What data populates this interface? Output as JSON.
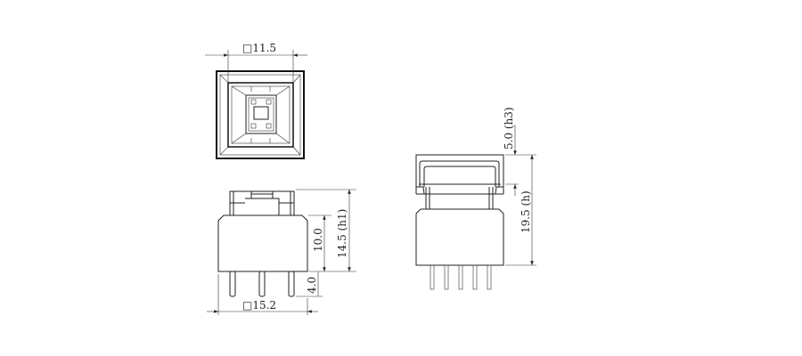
{
  "dimensions": {
    "top_width": "□11.5",
    "base_width": "□15.2",
    "body_height": "10.0",
    "h1": "14.5 (h1)",
    "pin_length": "4.0",
    "h3": "5.0 (h3)",
    "h": "19.5 (h)"
  }
}
